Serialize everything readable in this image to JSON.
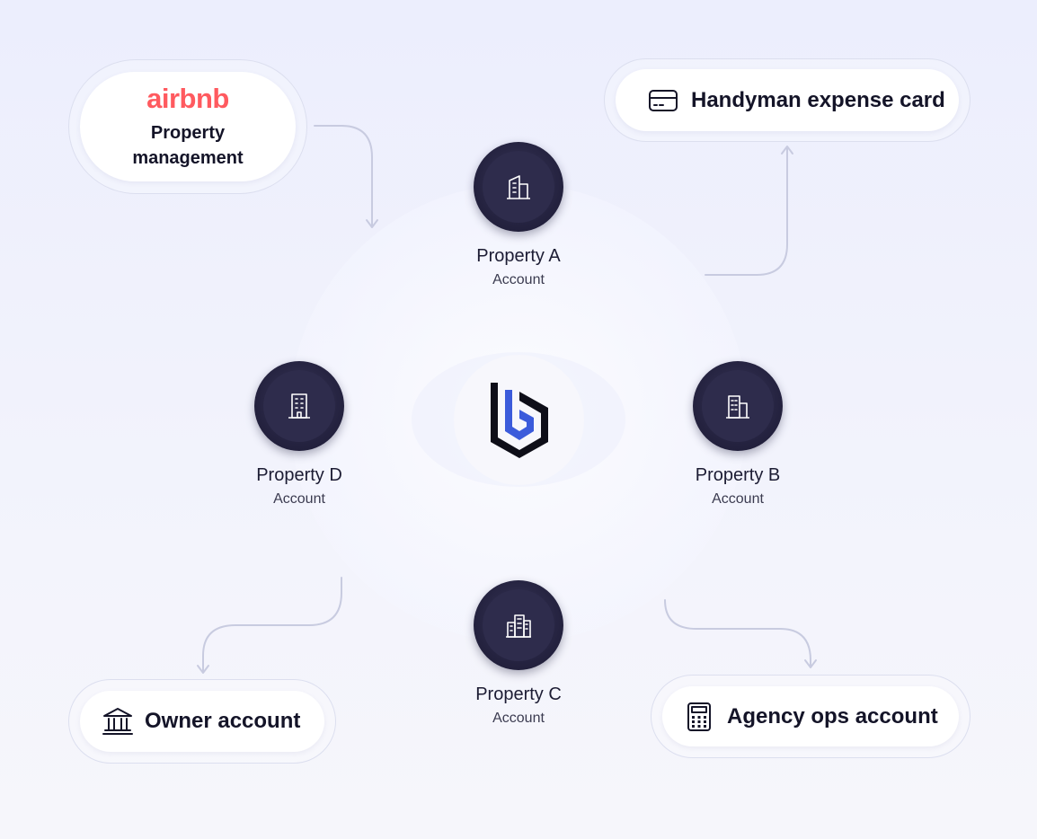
{
  "top_left": {
    "brand": "airbnb",
    "line1": "Property",
    "line2": "management"
  },
  "top_right": {
    "label": "Handyman expense card",
    "icon": "credit-card-icon"
  },
  "bottom_left": {
    "label": "Owner account",
    "icon": "bank-icon"
  },
  "bottom_right": {
    "label": "Agency ops account",
    "icon": "calculator-icon"
  },
  "hub": {
    "icon": "brand-logo-icon"
  },
  "properties": {
    "a": {
      "title": "Property A",
      "subtitle": "Account",
      "icon": "building-icon"
    },
    "b": {
      "title": "Property B",
      "subtitle": "Account",
      "icon": "building-icon"
    },
    "c": {
      "title": "Property C",
      "subtitle": "Account",
      "icon": "office-buildings-icon"
    },
    "d": {
      "title": "Property D",
      "subtitle": "Account",
      "icon": "tower-building-icon"
    }
  },
  "colors": {
    "accent_blue": "#3b5bdb",
    "badge_navy": "#24223f",
    "airbnb_red": "#ff5a5f",
    "connector": "#c8cbe0"
  }
}
